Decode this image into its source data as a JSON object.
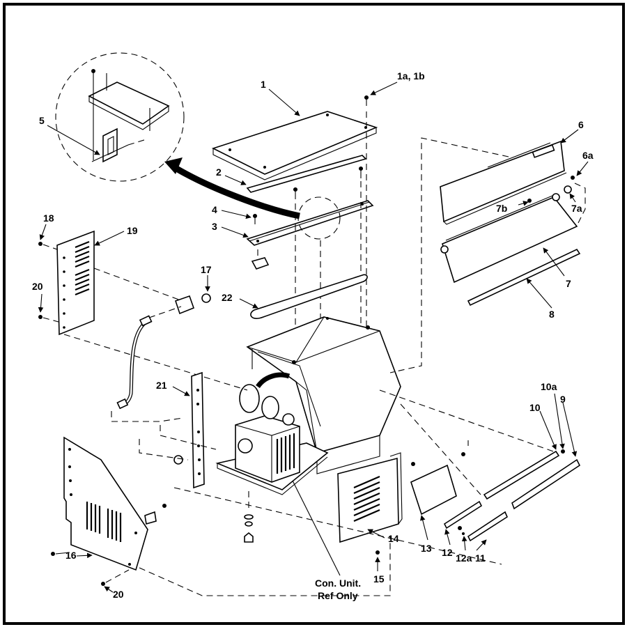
{
  "callouts": {
    "c1": "1",
    "c1a1b": "1a, 1b",
    "c2": "2",
    "c3": "3",
    "c4": "4",
    "c5": "5",
    "c6": "6",
    "c6a": "6a",
    "c7": "7",
    "c7a": "7a",
    "c7b": "7b",
    "c8": "8",
    "c9": "9",
    "c10": "10",
    "c10a": "10a",
    "c11": "11",
    "c12": "12",
    "c12a": "12a",
    "c13": "13",
    "c14": "14",
    "c15": "15",
    "c16": "16",
    "c17": "17",
    "c18": "18",
    "c19": "19",
    "c20a": "20",
    "c20b": "20",
    "c21": "21",
    "c22": "22"
  },
  "note": {
    "line1": "Con. Unit.",
    "line2": "Ref Only"
  }
}
